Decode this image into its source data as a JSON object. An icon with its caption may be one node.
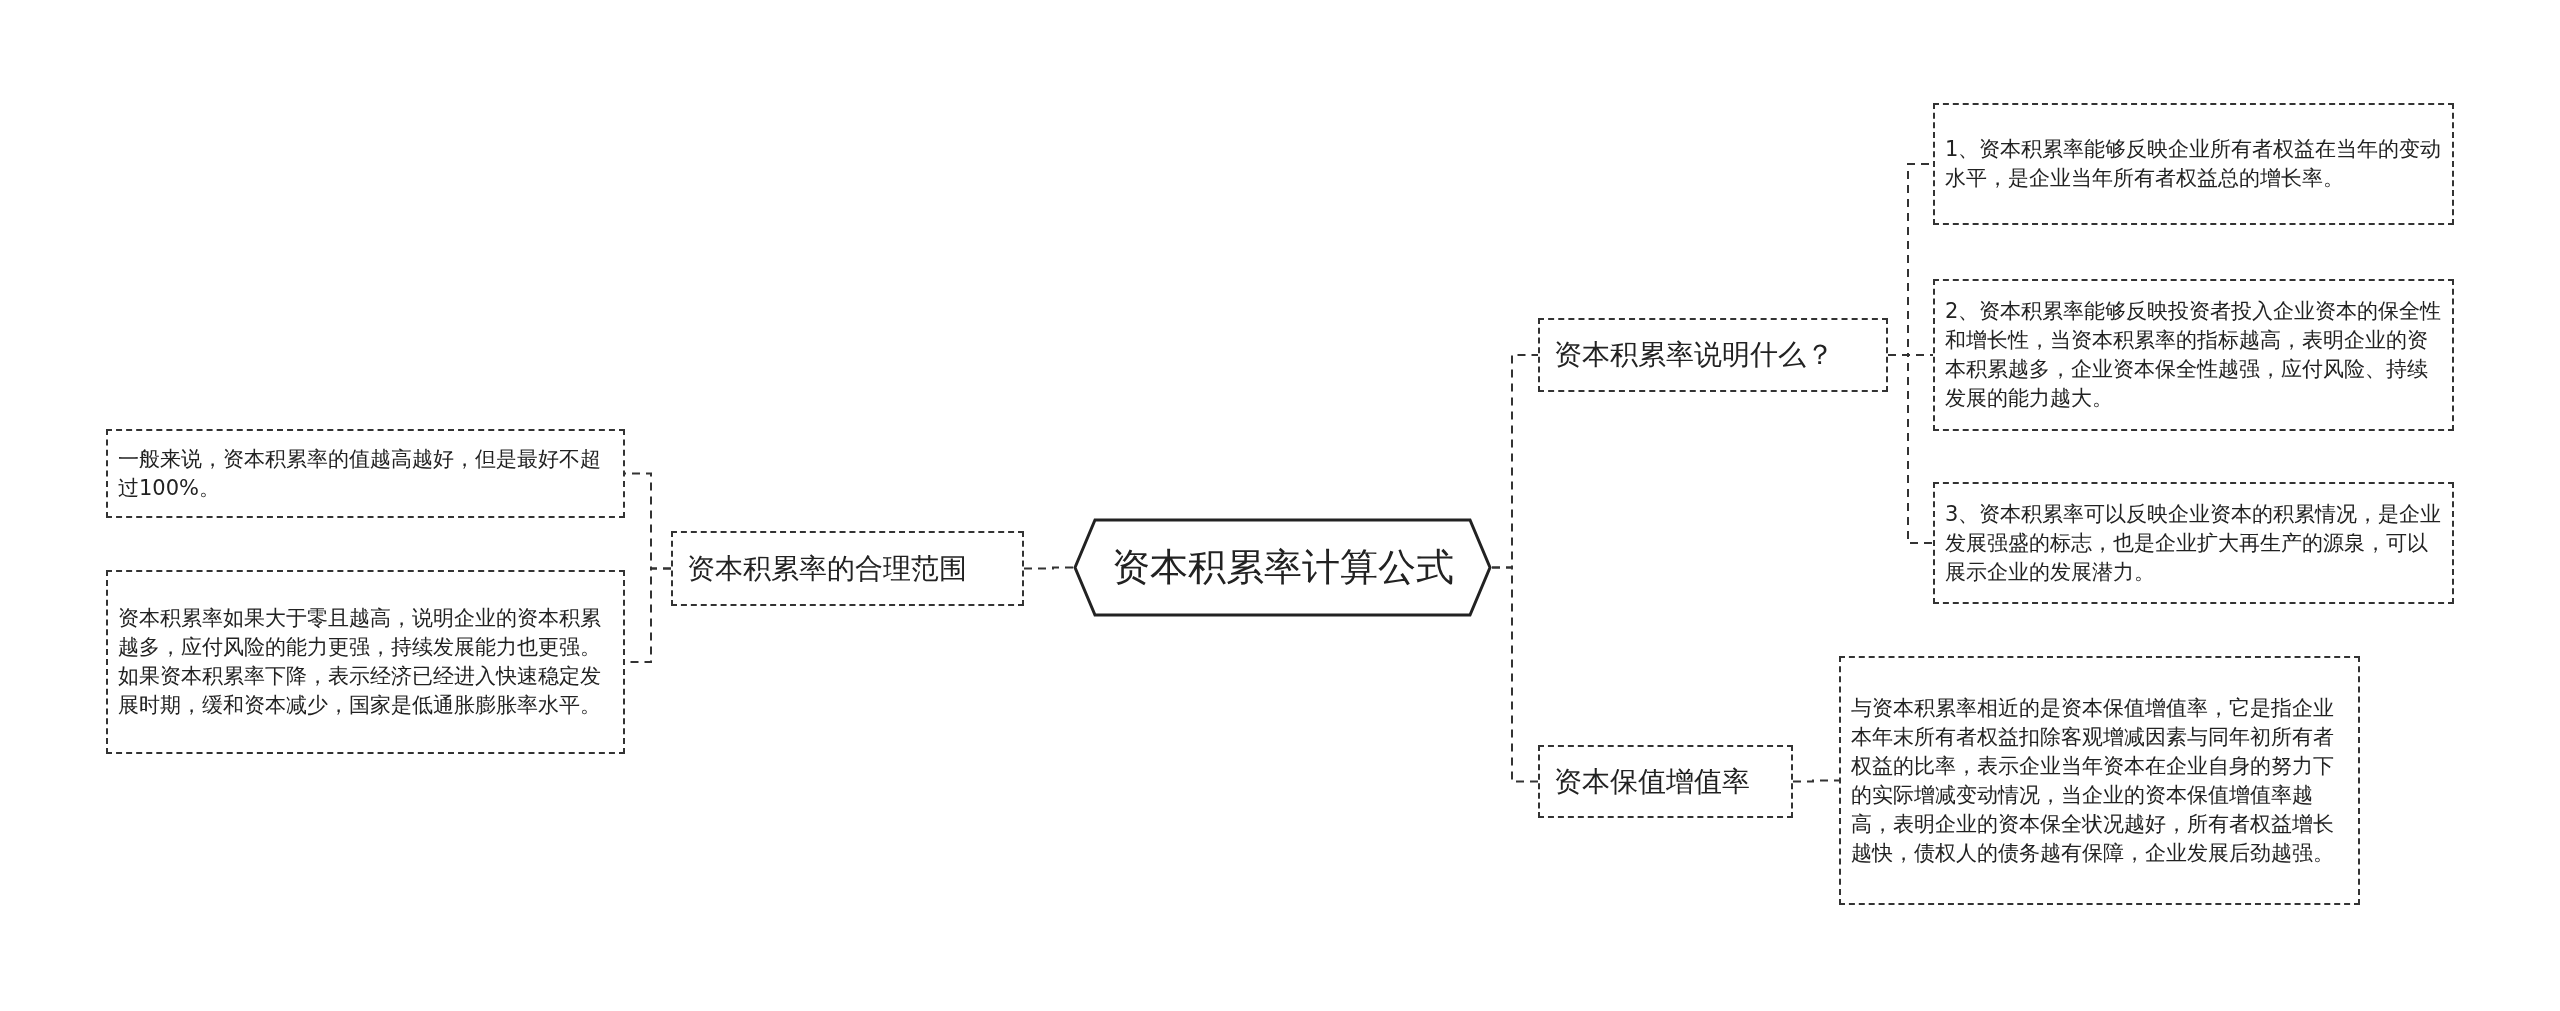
{
  "diagram": {
    "nodes": [
      {
        "text": [
          "资本积累率计算公式"
        ]
      },
      {
        "text": [
          "资本积累率的合理范围"
        ]
      },
      {
        "text": [
          "一般来说，资本积累率的值越高越好，但是最好不超过100%。"
        ]
      },
      {
        "text": [
          "资本积累率如果大于零且越高，说明企业的资本积累越多，应付风险的能力更强，持续发展能力也更强。如果资本积累率下降，表示经济已经进入快速稳定发展时期，缓和资本减少，国家是低通胀膨胀率水平。"
        ]
      },
      {
        "text": [
          "资本积累率说明什么？"
        ]
      },
      {
        "text": [
          "1、资本积累率能够反映企业所有者权益在当年的变动水平，是企业当年所有者权益总的增长率。"
        ]
      },
      {
        "text": [
          "2、资本积累率能够反映投资者投入企业资本的保全性和增长性，当资本积累率的指标越高，表明企业的资本积累越多，企业资本保全性越强，应付风险、持续发展的能力越大。"
        ]
      },
      {
        "text": [
          "3、资本积累率可以反映企业资本的积累情况，是企业发展强盛的标志，也是企业扩大再生产的源泉，可以展示企业的发展潜力。"
        ]
      },
      {
        "text": [
          "资本保值增值率"
        ]
      },
      {
        "text": [
          "与资本积累率相近的是资本保值增值率，它是指企业本年末所有者权益扣除客观增减因素与同年初所有者权益的比率，表示企业当年资本在企业自身的努力下的实际增减变动情况，当企业的资本保值增值率越高，表明企业的资本保全状况越好，所有者权益增长越快，债权人的债务越有保障，企业发展后劲越强。"
        ]
      }
    ],
    "edges": [
      {
        "from": 0,
        "to": 1,
        "arrow": "none"
      },
      {
        "from": 1,
        "to": 2,
        "arrow": "none"
      },
      {
        "from": 1,
        "to": 3,
        "arrow": "none"
      },
      {
        "from": 0,
        "to": 4,
        "arrow": "none"
      },
      {
        "from": 4,
        "to": 5,
        "arrow": "none"
      },
      {
        "from": 4,
        "to": 6,
        "arrow": "none"
      },
      {
        "from": 4,
        "to": 7,
        "arrow": "none"
      },
      {
        "from": 0,
        "to": 8,
        "arrow": "none"
      },
      {
        "from": 8,
        "to": 9,
        "arrow": "none"
      }
    ]
  }
}
